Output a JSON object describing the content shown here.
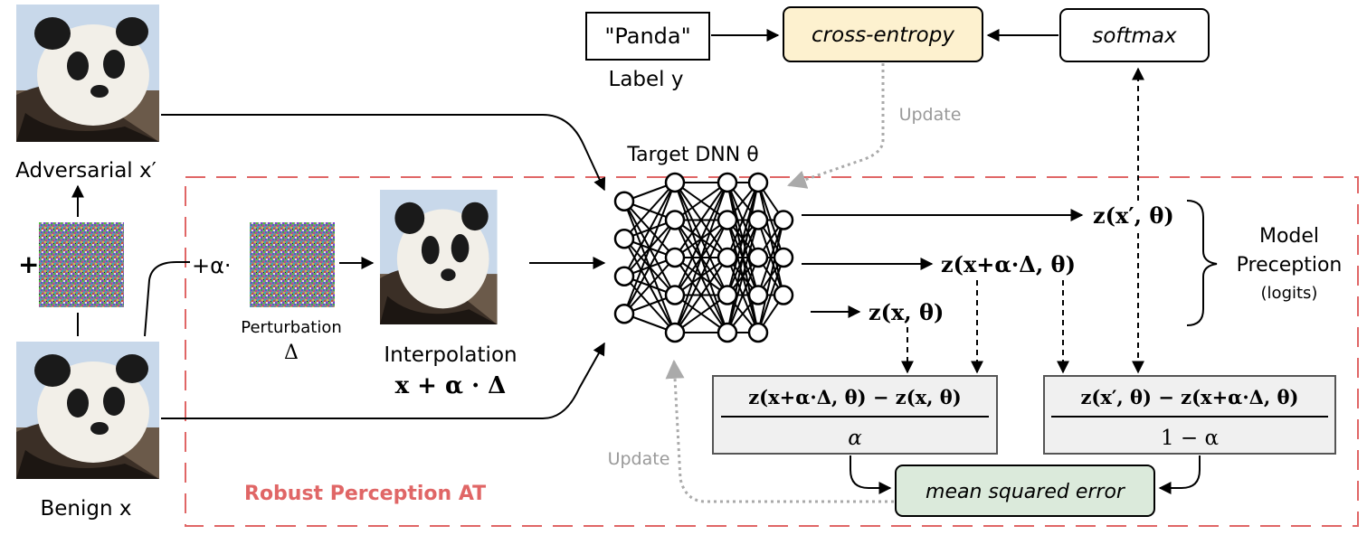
{
  "labels": {
    "adversarial": "Adversarial x′",
    "benign": "Benign x",
    "plus_left": "+",
    "plus_alpha": "+α·",
    "perturbation": "Perturbation",
    "delta": "Δ",
    "interpolation": "Interpolation",
    "interp_formula": "x + α · Δ",
    "target_dnn": "Target DNN θ",
    "panda_label": "\"Panda\"",
    "label_y": "Label y",
    "cross_entropy": "cross-entropy",
    "softmax": "softmax",
    "update_top": "Update",
    "update_bottom": "Update",
    "z_adv": "z(x′, θ)",
    "z_interp": "z(x+α·Δ, θ)",
    "z_benign": "z(x, θ)",
    "model_preception_1": "Model",
    "model_preception_2": "Preception",
    "model_preception_3": "(logits)",
    "frac1_num": "z(x+α·Δ, θ) − z(x, θ)",
    "frac1_den": "α",
    "frac2_num": "z(x′, θ) − z(x+α·Δ, θ)",
    "frac2_den": "1 − α",
    "mse": "mean squared error",
    "region_title": "Robust Perception AT"
  },
  "colors": {
    "cross_entropy_fill": "#fdf1cf",
    "mse_fill": "#dbeadb",
    "formula_fill": "#f0f0f0",
    "dashed_region": "#e06666",
    "region_title": "#e06666",
    "update_arrow": "#aaaaaa",
    "update_text": "#999999"
  },
  "network": {
    "layers": [
      4,
      5,
      5,
      5,
      3
    ]
  }
}
